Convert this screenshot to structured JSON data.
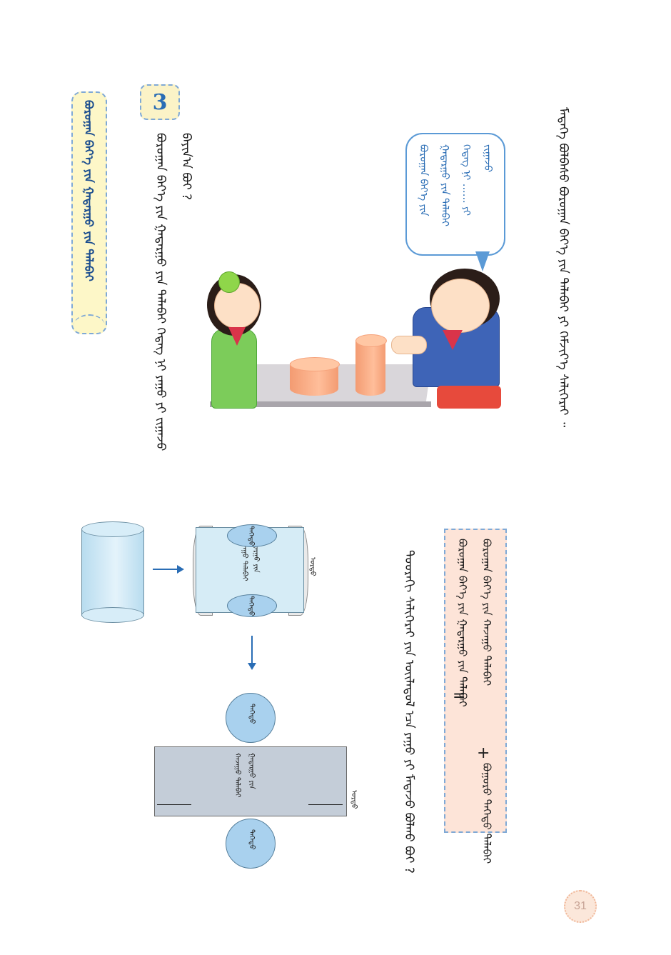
{
  "header": {
    "title": "ᠪᠣᠷᠤᠭᠠᠨ ᠪᠡᠶ᠎ᠡ ᠶᠢᠨ ᠭᠠᠳᠠᠷᠭᠤ ᠶᠢᠨ ᠲᠠᠯᠠᠪᠠᠢ"
  },
  "section": {
    "number": "3"
  },
  "question": {
    "line1": "ᠪᠣᠷᠤᠭᠠᠨ ᠪᠡᠶ᠎ᠡ ᠶᠢᠨ ᠭᠠᠳᠠᠷᠭᠤ ᠶᠢᠨ ᠲᠠᠯᠠᠪᠠᠢ ᠭᠡᠳᠡᠭ ᠨᠢ ᠶᠠᠭᠤ ᠶᠢ ᠵᠢᠭᠠᠵᠤ",
    "line2": "ᠪᠠᠶᠢᠨ᠎ᠠ ᠪᠤᠢ ?"
  },
  "bubble": {
    "col1": "ᠪᠣᠷᠤᠭᠠᠨ ᠪᠡᠶ᠎ᠡ ᠶᠢᠨ",
    "col2": "ᠭᠠᠳᠠᠷᠭᠤ ᠶᠢᠨ ᠲᠠᠯᠠᠪᠠᠢ",
    "col3": "ᠭᠡᠳᠡᠭ ᠨᠢ …… ᠶᠢ",
    "col4": "ᠵᠢᠭᠠᠵᠤ"
  },
  "instruction": "ᠮᠡᠳᠡᠭᠡ ᠪᠣᠯᠪᠠᠰᠤ ᠪᠣᠷᠤᠭᠠᠨ ᠪᠡᠶ᠎ᠡ ᠶᠢᠨ ᠲᠠᠯᠠᠪᠠᠢ ᠶᠢ ᠬᠡᠮᠵᠢᠶ᠎ᠡ ᠰᠡᠯᠢᠭᠡᠷᠡᠢ ᠃",
  "discussion": "ᠳᠣᠣᠷᠠᠬᠢ ᠰᠡᠯᠢᠭᠡᠷᠡᠢ ᠶᠢᠨ ᠦᠢᠯᠡᠳᠦᠯ ᠡᠴᠡ ᠶᠠᠭᠤ ᠶᠢ ᠮᠡᠳᠡᠵᠦ ᠪᠣᠯᠬᠤ ᠪᠤᠢ ?",
  "formula": {
    "left": "ᠪᠣᠷᠤᠭᠠᠨ ᠪᠡᠶ᠎ᠡ ᠶᠢᠨ ᠭᠠᠳᠠᠷᠭᠤ ᠶᠢᠨ ᠲᠠᠯᠠᠪᠠᠢ",
    "equals": "=",
    "middle": "ᠪᠣᠷᠤᠭᠠᠨ ᠪᠡᠶ᠎ᠡ ᠶᠢᠨ ᠬᠠᠵᠠᠭᠤ ᠲᠠᠯᠠᠪᠠᠢ",
    "plus": "+",
    "right": "ᠪᠣᠭᠤᠷᠤ ᠳᠡᠭᠡᠳᠦ ᠲᠠᠯᠠᠪᠠᠢ"
  },
  "diagram": {
    "top_base": "ᠳᠡᠭᠡᠳᠦ",
    "bottom_base": "ᠳᠡᠭᠡᠳᠦ",
    "side_label": "ᠬᠠᠵᠠᠭᠤ ᠲᠠᠯᠠᠪᠠᠢ",
    "side_label2": "ᠭᠠᠳᠠᠷᠭᠤ ᠶᠢᠨ",
    "edge_label": "ᠤᠷᠲᠤ",
    "net_top": "ᠳᠡᠭᠡᠳᠦ",
    "net_bottom": "ᠳᠡᠭᠡᠳᠦ",
    "net_center": "ᠬᠠᠵᠠᠭᠤ ᠲᠠᠯᠠᠪᠠᠢ",
    "net_edge": "ᠤᠷᠲᠤ"
  },
  "page_number": "31"
}
